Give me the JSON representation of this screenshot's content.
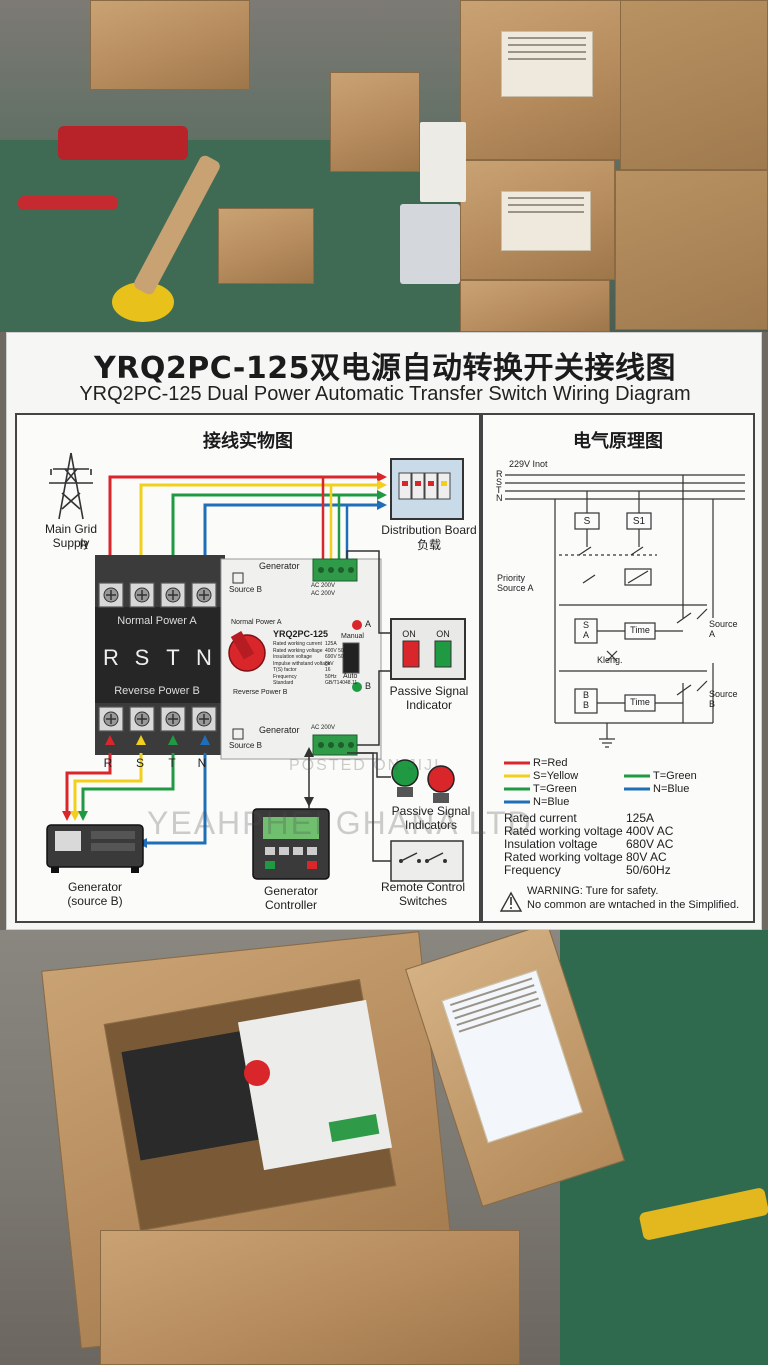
{
  "title": {
    "zh": "YRQ2PC-125双电源自动转换开关接线图",
    "en": "YRQ2PC-125 Dual Power Automatic Transfer Switch Wiring Diagram"
  },
  "left_panel": {
    "heading": "接线实物图",
    "main_grid_supply": "Main Grid\nSupply",
    "distribution_board": "Distribution Board",
    "distribution_board_zh": "负载",
    "generator": "Generator\n(source B)",
    "generator_controller": "Generator\nController",
    "passive_signal_indicator": "Passive Signal\nIndicator",
    "passive_signal_indicators": "Passive Signal\nIndicators",
    "remote_control_switches": "Remote Control\nSwitches",
    "phase_letters": [
      "R",
      "S",
      "T",
      "N"
    ],
    "top_phase_label": "R",
    "bottom_phase_labels": [
      "R",
      "S",
      "T",
      "N"
    ],
    "switch": {
      "normal_power": "Normal Power A",
      "reverse_power": "Reverse Power B",
      "model": "YRQ2PC-125",
      "generator_top": "Generator",
      "source_b_top": "Source B",
      "generator_bottom": "Generator",
      "source_b_bottom": "Source B",
      "normal_power_small": "Normal Power A",
      "reverse_power_small": "Reverse Power B",
      "manual": "Manual",
      "auto": "Auto",
      "indicator_a": "A",
      "indicator_b": "B",
      "ac_top_1": "AC 200V",
      "ac_top_2": "AC 200V",
      "ac_bottom": "AC 200V",
      "spec_lines": [
        "Rated working current",
        "Rated working voltage",
        "Insulation voltage",
        "Impulse withstand voltage",
        "T(S) factor",
        "Frequency",
        "Standard"
      ],
      "spec_values": [
        "125A",
        "400V 50",
        "690V 50",
        "8kV",
        "16",
        "50Hz",
        "GB/T14048.11"
      ]
    },
    "signal_box_labels": [
      "ON",
      "ON"
    ]
  },
  "right_panel": {
    "heading": "电气原理图",
    "supply_label": "229V Inot",
    "bus_labels": [
      "R",
      "S",
      "T",
      "N"
    ],
    "s_labels": [
      "S",
      "S1"
    ],
    "priority": "Priority\nSource A",
    "sa": "S\nA",
    "bb": "B\nB",
    "time": "Time",
    "source_a": "Source\nA",
    "source_b": "Source\nB",
    "kleng": "Kleng."
  },
  "legend": [
    {
      "text": "R=Red",
      "color": "#d9262b"
    },
    {
      "text": "S=Yellow",
      "color": "#f2cf1a"
    },
    {
      "text": "T=Green",
      "color": "#1f9a43"
    },
    {
      "text": "T=Green",
      "color": "#1f9a43"
    },
    {
      "text": "N=Blue",
      "color": "#1f6fb8"
    },
    {
      "text": "N=Blue",
      "color": "#1f6fb8"
    }
  ],
  "specs": [
    {
      "label": "Rated current",
      "value": "125A"
    },
    {
      "label": "Rated working voltage",
      "value": "400V AC"
    },
    {
      "label": "Insulation voltage",
      "value": "680V AC"
    },
    {
      "label": "Rated working voltage",
      "value": "80V AC"
    },
    {
      "label": "Frequency",
      "value": "50/60Hz"
    }
  ],
  "warning": {
    "line1": "WARNING: Ture for safety.",
    "line2": "No common are wntached in the Simplified."
  },
  "watermarks": {
    "posted": "POSTED ON JIJI",
    "company": "YEAHPHEI GHANA LTD"
  },
  "colors": {
    "red": "#d9262b",
    "yellow": "#f2cf1a",
    "green": "#1f9a43",
    "blue": "#1f6fb8",
    "cardboard": "#b68c5e",
    "switch_black": "#2a2a2a"
  }
}
